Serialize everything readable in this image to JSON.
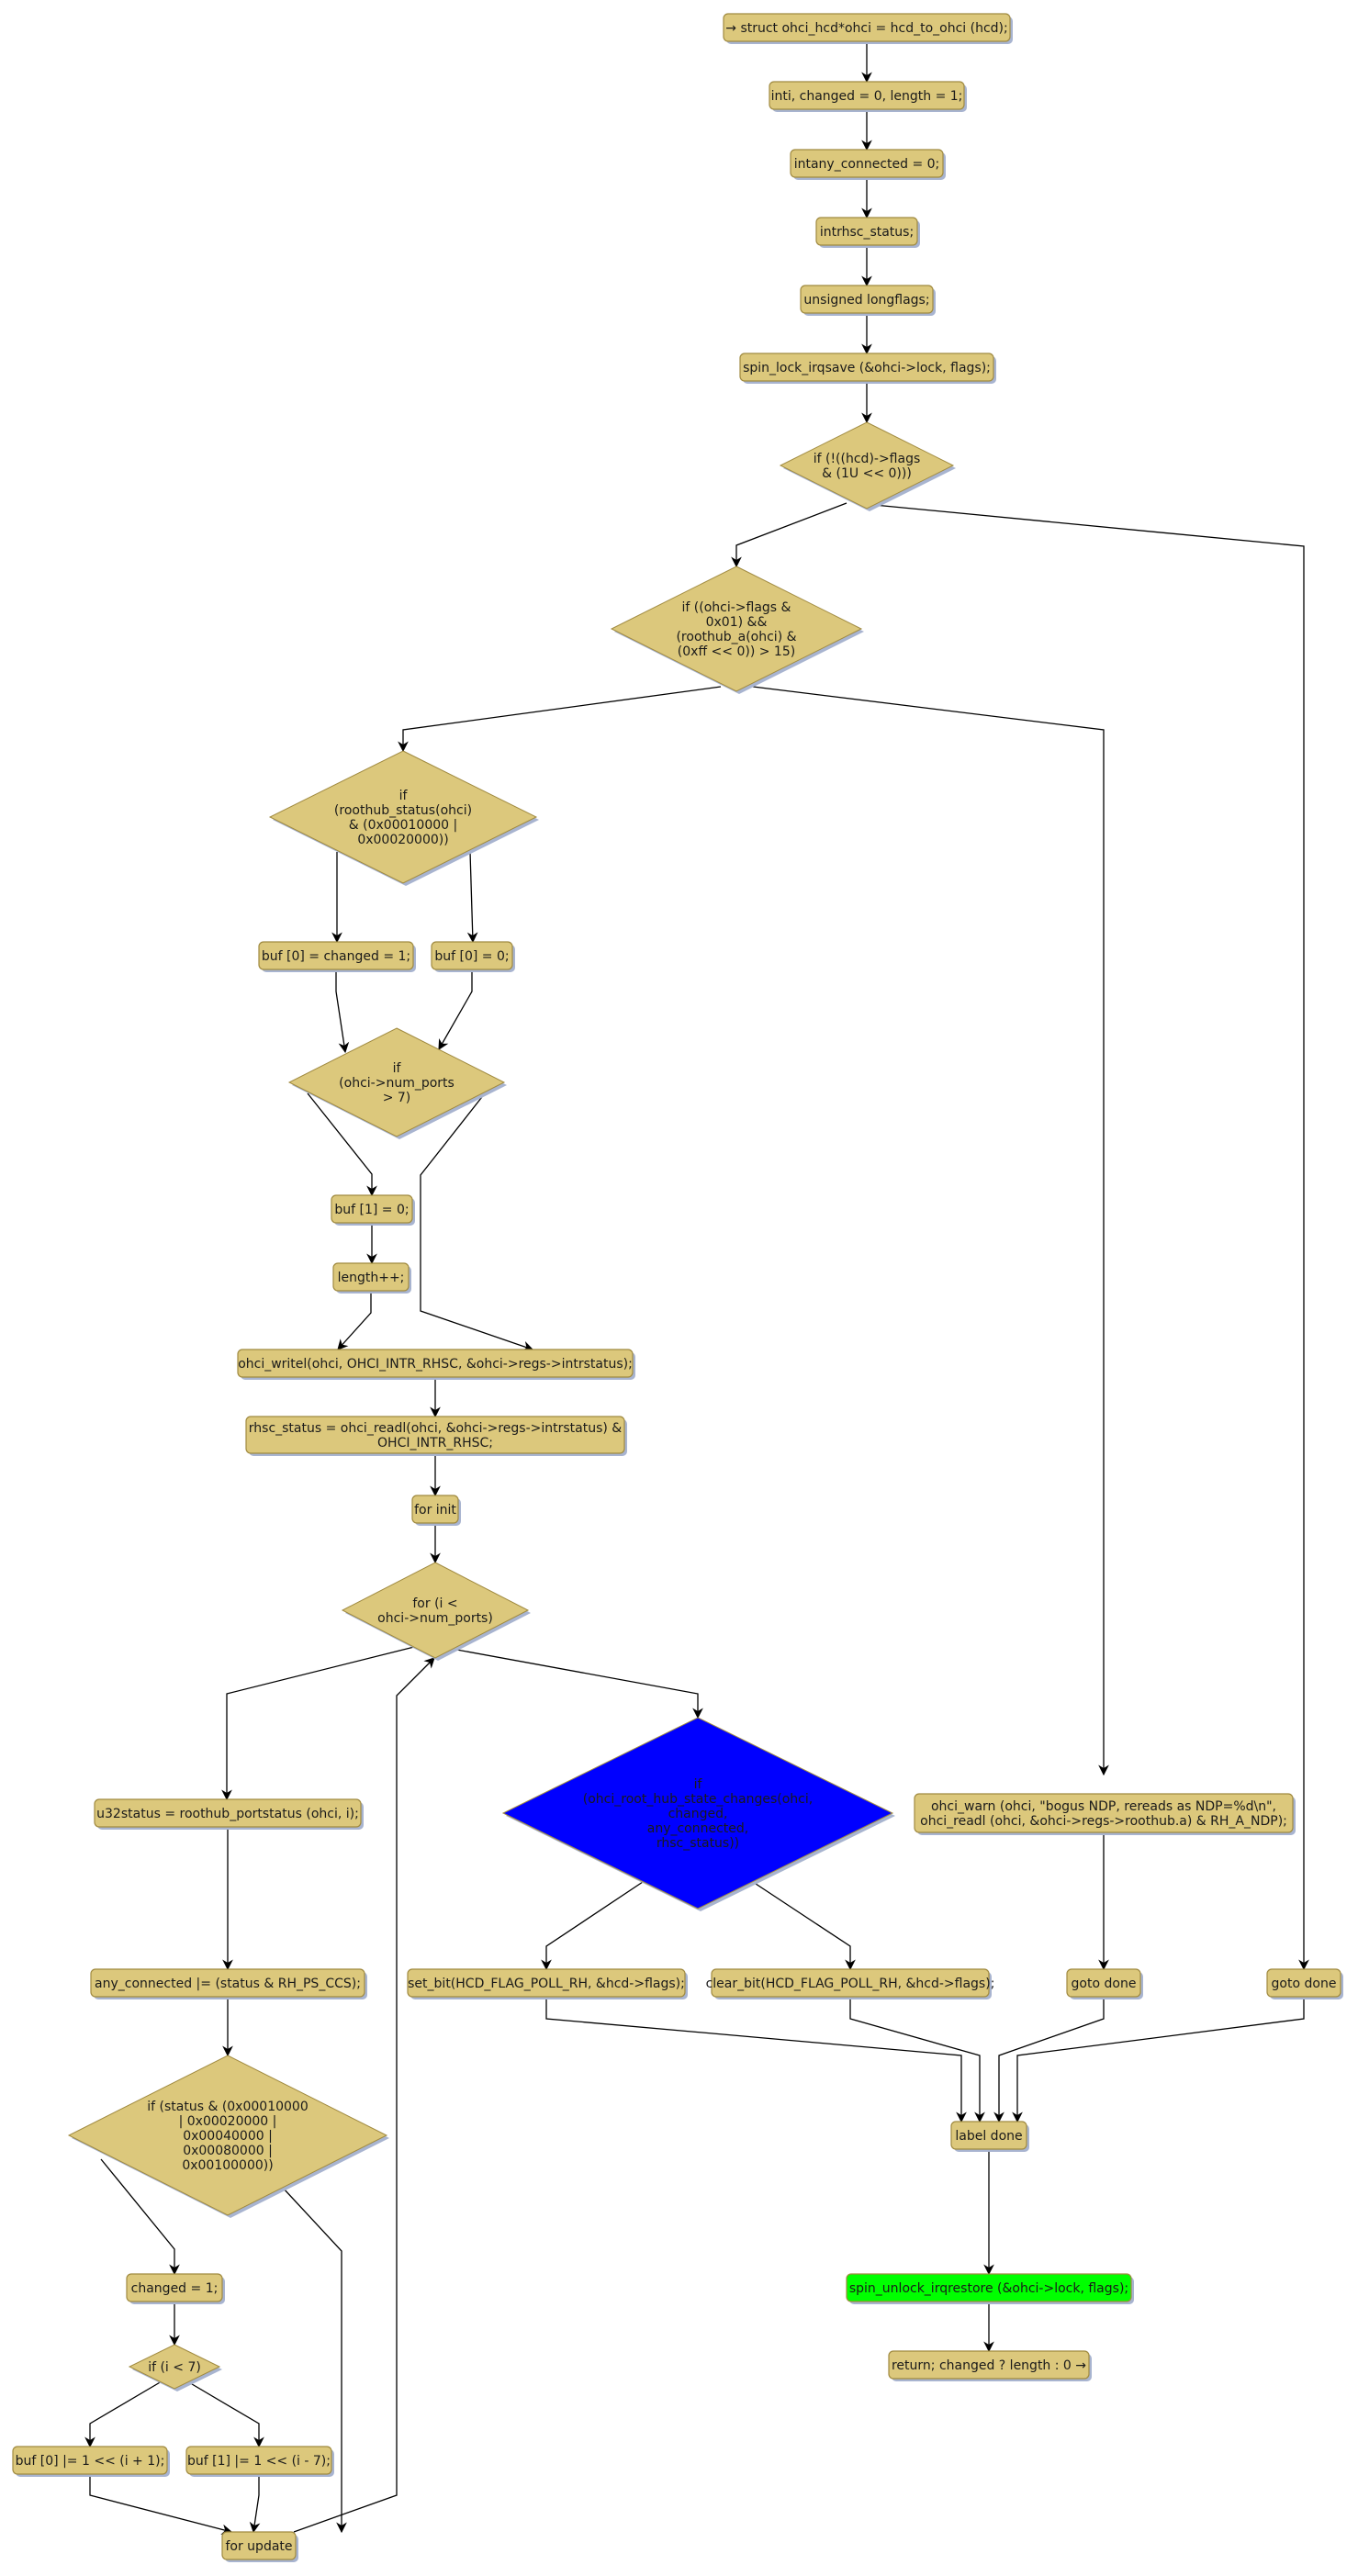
{
  "diagram": {
    "type": "flowchart",
    "colors": {
      "node_fill": "#dcc87c",
      "node_stroke": "#a08a40",
      "shadow": "#a8b4d0",
      "highlight_blue": "#0000ff",
      "highlight_green": "#00ff00",
      "edge": "#000000"
    },
    "nodes": [
      {
        "id": "n_struct",
        "kind": "box",
        "lines": [
          "→ struct ohci_hcd*ohci = hcd_to_ohci (hcd);"
        ]
      },
      {
        "id": "n_inti",
        "kind": "box",
        "lines": [
          "inti, changed = 0, length = 1;"
        ]
      },
      {
        "id": "n_anyconn",
        "kind": "box",
        "lines": [
          "intany_connected = 0;"
        ]
      },
      {
        "id": "n_rhsc",
        "kind": "box",
        "lines": [
          "intrhsc_status;"
        ]
      },
      {
        "id": "n_flags",
        "kind": "box",
        "lines": [
          "unsigned longflags;"
        ]
      },
      {
        "id": "n_spinlock",
        "kind": "box",
        "lines": [
          "spin_lock_irqsave (&ohci->lock, flags);"
        ]
      },
      {
        "id": "d_hcdflags",
        "kind": "diamond",
        "lines": [
          "if (!((hcd)->flags",
          "& (1U << 0)))"
        ]
      },
      {
        "id": "d_ohciflags",
        "kind": "diamond",
        "lines": [
          "if ((ohci->flags &",
          "0x01) &&",
          "(roothub_a(ohci) &",
          "(0xff << 0)) > 15)"
        ]
      },
      {
        "id": "d_roothubstatus",
        "kind": "diamond",
        "lines": [
          "if",
          "(roothub_status(ohci)",
          "& (0x00010000 |",
          "0x00020000))"
        ]
      },
      {
        "id": "n_buf0changed",
        "kind": "box",
        "lines": [
          "buf [0] = changed = 1;"
        ]
      },
      {
        "id": "n_buf0zero",
        "kind": "box",
        "lines": [
          "buf [0] = 0;"
        ]
      },
      {
        "id": "d_numports",
        "kind": "diamond",
        "lines": [
          "if",
          "(ohci->num_ports",
          "> 7)"
        ]
      },
      {
        "id": "n_buf1zero",
        "kind": "box",
        "lines": [
          "buf [1] = 0;"
        ]
      },
      {
        "id": "n_lengthpp",
        "kind": "box",
        "lines": [
          "length++;"
        ]
      },
      {
        "id": "n_writel",
        "kind": "box",
        "lines": [
          "ohci_writel(ohci, OHCI_INTR_RHSC, &ohci->regs->intrstatus);"
        ]
      },
      {
        "id": "n_readl",
        "kind": "box",
        "lines": [
          "rhsc_status = ohci_readl(ohci, &ohci->regs->intrstatus) &",
          "OHCI_INTR_RHSC;"
        ]
      },
      {
        "id": "n_forinit",
        "kind": "box",
        "lines": [
          "for init"
        ]
      },
      {
        "id": "d_for",
        "kind": "diamond",
        "lines": [
          "for (i <",
          "ohci->num_ports)"
        ]
      },
      {
        "id": "d_statechanges",
        "kind": "diamond",
        "highlight": "blue",
        "lines": [
          "if",
          "(ohci_root_hub_state_changes(ohci,",
          "changed,",
          "any_connected,",
          "rhsc_status))"
        ]
      },
      {
        "id": "n_warn",
        "kind": "box",
        "lines": [
          "ohci_warn (ohci, \"bogus NDP, rereads as NDP=%d\\n\",",
          "ohci_readl (ohci, &ohci->regs->roothub.a) & RH_A_NDP);"
        ]
      },
      {
        "id": "n_portstatus",
        "kind": "box",
        "lines": [
          "u32status = roothub_portstatus (ohci, i);"
        ]
      },
      {
        "id": "n_setbit",
        "kind": "box",
        "lines": [
          "set_bit(HCD_FLAG_POLL_RH, &hcd->flags);"
        ]
      },
      {
        "id": "n_clearbit",
        "kind": "box",
        "lines": [
          "clear_bit(HCD_FLAG_POLL_RH, &hcd->flags);"
        ]
      },
      {
        "id": "n_goto1",
        "kind": "box",
        "lines": [
          "goto done"
        ]
      },
      {
        "id": "n_goto2",
        "kind": "box",
        "lines": [
          "goto done"
        ]
      },
      {
        "id": "n_anyconnor",
        "kind": "box",
        "lines": [
          "any_connected |= (status & RH_PS_CCS);"
        ]
      },
      {
        "id": "d_status",
        "kind": "diamond",
        "lines": [
          "if (status & (0x00010000",
          "| 0x00020000 |",
          "0x00040000 |",
          "0x00080000 |",
          "0x00100000))"
        ]
      },
      {
        "id": "n_labeldone",
        "kind": "box",
        "lines": [
          "label done"
        ]
      },
      {
        "id": "n_changed1",
        "kind": "box",
        "lines": [
          "changed = 1;"
        ]
      },
      {
        "id": "d_ilt7",
        "kind": "diamond",
        "lines": [
          "if (i < 7)"
        ]
      },
      {
        "id": "n_unlock",
        "kind": "box",
        "highlight": "green",
        "lines": [
          "spin_unlock_irqrestore (&ohci->lock, flags);"
        ]
      },
      {
        "id": "n_return",
        "kind": "box",
        "lines": [
          "return; changed ? length : 0 →"
        ]
      },
      {
        "id": "n_buf0or",
        "kind": "box",
        "lines": [
          "buf [0] |= 1 << (i + 1);"
        ]
      },
      {
        "id": "n_buf1or",
        "kind": "box",
        "lines": [
          "buf [1] |= 1 << (i - 7);"
        ]
      },
      {
        "id": "n_forupdate",
        "kind": "box",
        "lines": [
          "for update"
        ]
      }
    ],
    "edges": [
      {
        "from": "n_struct",
        "to": "n_inti"
      },
      {
        "from": "n_inti",
        "to": "n_anyconn"
      },
      {
        "from": "n_anyconn",
        "to": "n_rhsc"
      },
      {
        "from": "n_rhsc",
        "to": "n_flags"
      },
      {
        "from": "n_flags",
        "to": "n_spinlock"
      },
      {
        "from": "n_spinlock",
        "to": "d_hcdflags"
      },
      {
        "from": "d_hcdflags",
        "to": "d_ohciflags"
      },
      {
        "from": "d_hcdflags",
        "to": "n_goto2"
      },
      {
        "from": "d_ohciflags",
        "to": "d_roothubstatus"
      },
      {
        "from": "d_ohciflags",
        "to": "n_warn"
      },
      {
        "from": "d_roothubstatus",
        "to": "n_buf0changed"
      },
      {
        "from": "d_roothubstatus",
        "to": "n_buf0zero"
      },
      {
        "from": "n_buf0changed",
        "to": "d_numports"
      },
      {
        "from": "n_buf0zero",
        "to": "d_numports"
      },
      {
        "from": "d_numports",
        "to": "n_buf1zero"
      },
      {
        "from": "d_numports",
        "to": "n_writel"
      },
      {
        "from": "n_buf1zero",
        "to": "n_lengthpp"
      },
      {
        "from": "n_lengthpp",
        "to": "n_writel"
      },
      {
        "from": "n_writel",
        "to": "n_readl"
      },
      {
        "from": "n_readl",
        "to": "n_forinit"
      },
      {
        "from": "n_forinit",
        "to": "d_for"
      },
      {
        "from": "d_for",
        "to": "n_portstatus"
      },
      {
        "from": "d_for",
        "to": "d_statechanges"
      },
      {
        "from": "d_statechanges",
        "to": "n_setbit"
      },
      {
        "from": "d_statechanges",
        "to": "n_clearbit"
      },
      {
        "from": "n_warn",
        "to": "n_goto1"
      },
      {
        "from": "n_portstatus",
        "to": "n_anyconnor"
      },
      {
        "from": "n_anyconnor",
        "to": "d_status"
      },
      {
        "from": "d_status",
        "to": "n_changed1"
      },
      {
        "from": "d_status",
        "to": "n_forupdate"
      },
      {
        "from": "n_changed1",
        "to": "d_ilt7"
      },
      {
        "from": "d_ilt7",
        "to": "n_buf0or"
      },
      {
        "from": "d_ilt7",
        "to": "n_buf1or"
      },
      {
        "from": "n_buf0or",
        "to": "n_forupdate"
      },
      {
        "from": "n_buf1or",
        "to": "n_forupdate"
      },
      {
        "from": "n_forupdate",
        "to": "d_for"
      },
      {
        "from": "n_setbit",
        "to": "n_labeldone"
      },
      {
        "from": "n_clearbit",
        "to": "n_labeldone"
      },
      {
        "from": "n_goto1",
        "to": "n_labeldone"
      },
      {
        "from": "n_goto2",
        "to": "n_labeldone"
      },
      {
        "from": "n_labeldone",
        "to": "n_unlock"
      },
      {
        "from": "n_unlock",
        "to": "n_return"
      }
    ]
  }
}
